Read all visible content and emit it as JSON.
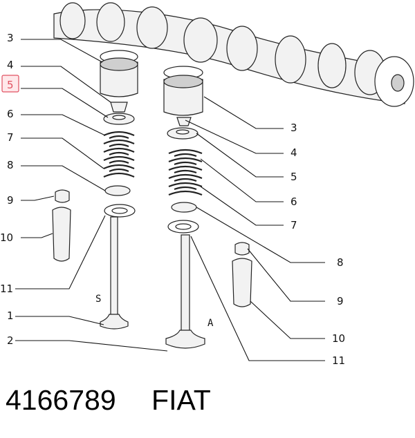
{
  "callouts_left": [
    "3",
    "4",
    "5",
    "6",
    "7",
    "8",
    "9",
    "10",
    "11",
    "1",
    "2"
  ],
  "callouts_right": [
    "3",
    "4",
    "5",
    "6",
    "7",
    "8",
    "9",
    "10",
    "11"
  ],
  "highlighted_callout": "5",
  "valve_letters": {
    "left": "S",
    "right": "A"
  },
  "footer": {
    "part_number": "4166789",
    "brand": "FIAT"
  },
  "colors": {
    "highlight": "#e05060"
  }
}
